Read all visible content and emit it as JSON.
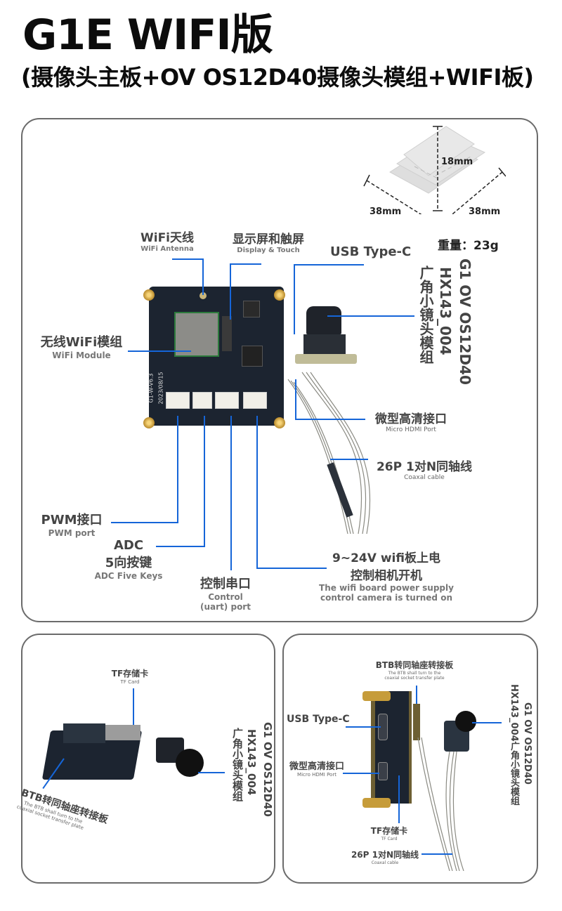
{
  "header": {
    "title": "G1E WIFI版",
    "subtitle": "(摄像头主板+OV OS12D40摄像头模组+WIFI板)"
  },
  "main_panel": {
    "dimensions": {
      "height": "18mm",
      "length": "38mm",
      "width": "38mm",
      "weight_label": "重量：",
      "weight_value": "23g"
    },
    "labels": {
      "wifi_antenna_cn": "WiFi天线",
      "wifi_antenna_en": "WiFi Antenna",
      "display_touch_cn": "显示屏和触屏",
      "display_touch_en": "Display & Touch",
      "usb_type_c": "USB Type-C",
      "wifi_module_cn": "无线WiFi模组",
      "wifi_module_en": "WiFi Module",
      "camera_model_1": "G1 OV OS12D40",
      "camera_model_2": "HX143_004",
      "camera_model_3": "广角小镜头模组",
      "micro_hdmi_cn": "微型高清接口",
      "micro_hdmi_en": "Micro HDMI Port",
      "coax_cn": "26P 1对N同轴线",
      "coax_en": "Coaxal cable",
      "pwm_cn": "PWM接口",
      "pwm_en": "PWM port",
      "adc_cn_1": "ADC",
      "adc_cn_2": "5向按键",
      "adc_en": "ADC Five Keys",
      "uart_cn": "控制串口",
      "uart_en_1": "Control",
      "uart_en_2": "(uart) port",
      "power_cn_1": "9~24V wifi板上电",
      "power_cn_2": "控制相机开机",
      "power_en_1": "The wifi board power supply",
      "power_en_2": "control camera is turned on"
    },
    "board_silkscreen": {
      "version": "G1-W-V6.3",
      "date": "2023/08/15"
    }
  },
  "bottom_left_panel": {
    "tf_card_cn": "TF存储卡",
    "tf_card_en": "TF Card",
    "btb_cn": "BTB转同轴座转接板",
    "btb_en_1": "The BTB shall turn to the",
    "btb_en_2": "coaxial socket transfer plate",
    "camera_model_1": "G1 OV OS12D40",
    "camera_model_2": "HX143_004",
    "camera_model_3": "广角小镜头模组"
  },
  "bottom_right_panel": {
    "btb_cn": "BTB转同轴座转接板",
    "btb_en_1": "The BTB shall turn to the",
    "btb_en_2": "coaxial socket transfer plate",
    "usb_type_c": "USB Type-C",
    "micro_hdmi_cn": "微型高清接口",
    "micro_hdmi_en": "Micro HDMI Port",
    "tf_card_cn": "TF存储卡",
    "tf_card_en": "TF Card",
    "coax_cn": "26P 1对N同轴线",
    "coax_en": "Coaxal cable",
    "camera_model_1": "G1 OV OS12D40",
    "camera_model_2": "HX143_004广角小镜头模组"
  },
  "colors": {
    "leader_line": "#1565d8",
    "panel_border": "#6b6b6b",
    "label_text": "#444444"
  }
}
